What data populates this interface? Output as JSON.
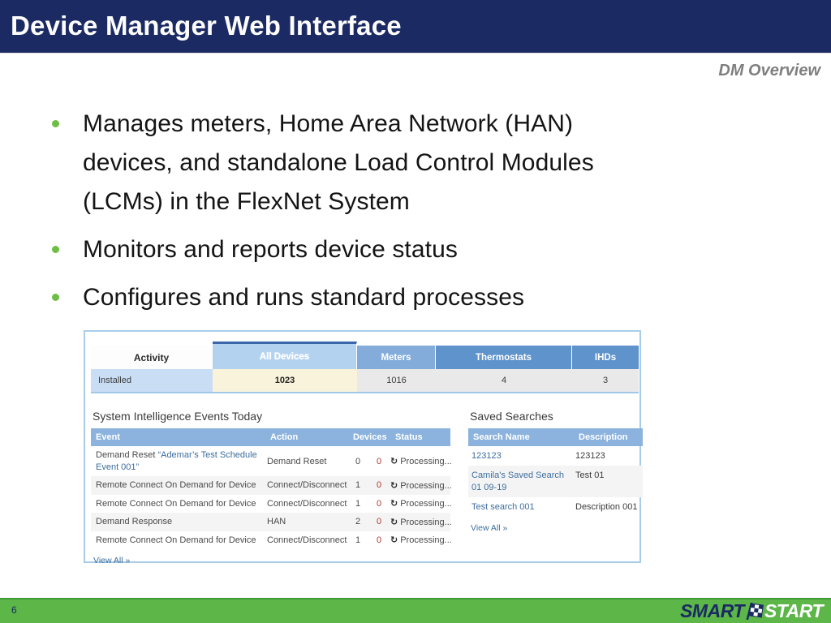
{
  "header": {
    "title": "Device Manager Web Interface",
    "section_label": "DM Overview"
  },
  "bullets": [
    {
      "text": "Manages meters, Home Area Network (HAN)\ndevices, and standalone Load Control Modules\n(LCMs) in the FlexNet System"
    },
    {
      "text": "Monitors and reports device status"
    },
    {
      "text": "Configures and runs standard processes"
    }
  ],
  "screenshot": {
    "tabs": {
      "activity": "Activity",
      "all_devices": "All Devices",
      "meters": "Meters",
      "thermostats": "Thermostats",
      "ihds": "IHDs"
    },
    "counts": {
      "row_label": "Installed",
      "all_devices": "1023",
      "meters": "1016",
      "thermostats": "4",
      "ihds": "3"
    },
    "events": {
      "title": "System Intelligence Events Today",
      "headers": {
        "event": "Event",
        "action": "Action",
        "devices": "Devices",
        "status": "Status"
      },
      "rows": [
        {
          "event": "Demand Reset ",
          "event_link": "“Ademar’s Test Schedule Event 001”",
          "action": "Demand Reset",
          "devices": "0",
          "failed": "0",
          "status": "Processing..."
        },
        {
          "event": "Remote Connect On Demand for Device",
          "action": "Connect/Disconnect",
          "devices": "1",
          "failed": "0",
          "status": "Processing..."
        },
        {
          "event": "Remote Connect On Demand for Device",
          "action": "Connect/Disconnect",
          "devices": "1",
          "failed": "0",
          "status": "Processing..."
        },
        {
          "event": "Demand Response",
          "action": "HAN",
          "devices": "2",
          "failed": "0",
          "status": "Processing..."
        },
        {
          "event": "Remote Connect On Demand for Device",
          "action": "Connect/Disconnect",
          "devices": "1",
          "failed": "0",
          "status": "Processing..."
        }
      ],
      "view_all": "View All »"
    },
    "saved_searches": {
      "title": "Saved Searches",
      "headers": {
        "name": "Search Name",
        "description": "Description"
      },
      "rows": [
        {
          "name": "123123",
          "description": "123123"
        },
        {
          "name": "Camila's Saved Search 01 09-19",
          "description": "Test 01"
        },
        {
          "name": "Test search 001",
          "description": "Description 001"
        }
      ],
      "view_all": "View All »"
    }
  },
  "icons": {
    "refresh": "↻"
  },
  "footer": {
    "page_number": "6",
    "logo_smart": "SMART",
    "logo_start": "START"
  },
  "colors": {
    "navy": "#1b2a63",
    "footer_green": "#5cb648",
    "bullet_green": "#6fbe44",
    "tab_all_devices": "#b3d2f0",
    "tab_meters": "#83acdb",
    "tab_dark": "#5f93cc",
    "table_header_blue": "#8bb3dd",
    "installed_cell_blue": "#c9ddf5",
    "highlight_cream": "#faf3db",
    "link_blue": "#3d6e9e",
    "failed_red": "#b0392e"
  }
}
